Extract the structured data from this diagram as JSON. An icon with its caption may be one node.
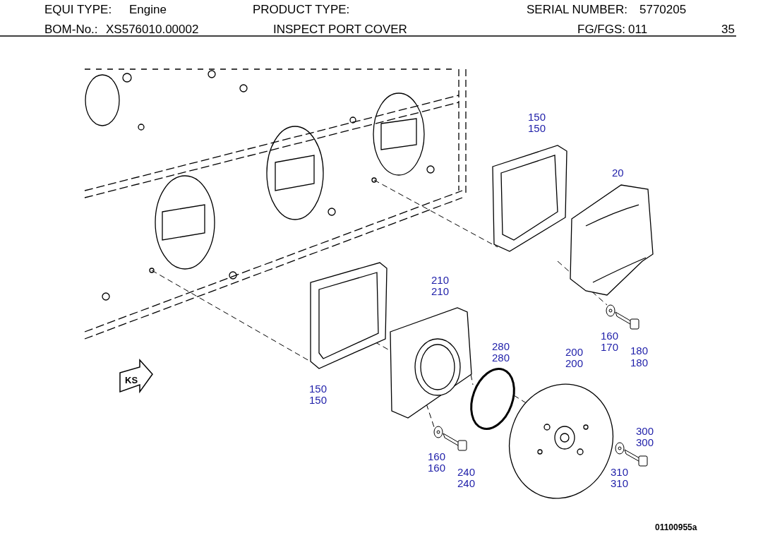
{
  "diagram": {
    "labels": [
      "EQUI TYPE:",
      "Engine",
      "PRODUCT TYPE:",
      "SERIAL NUMBER:",
      "5770205",
      "BOM-No.:",
      "XS576010.00002",
      "INSPECT PORT COVER",
      "FG/FGS:",
      "011",
      "35",
      "150",
      "150",
      "20",
      "210",
      "210",
      "280",
      "280",
      "200",
      "200",
      "160",
      "170",
      "180",
      "180",
      "150",
      "150",
      "KS",
      "300",
      "300",
      "160",
      "160",
      "240",
      "240",
      "310",
      "310",
      "01100955a"
    ]
  }
}
